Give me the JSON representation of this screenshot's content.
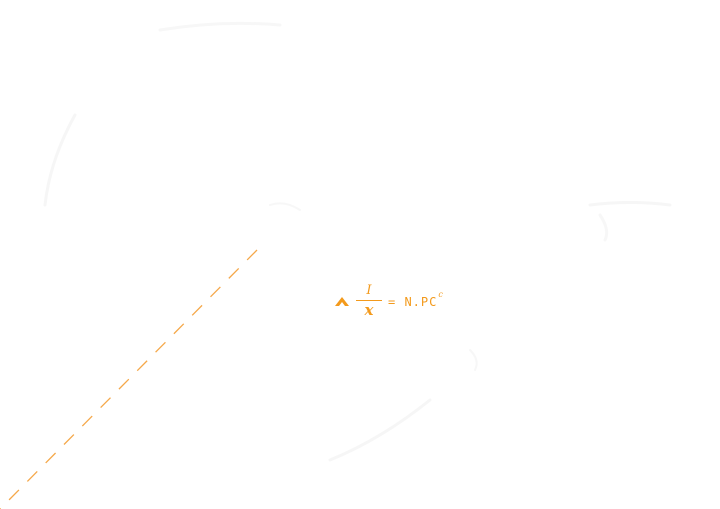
{
  "logo": {
    "numerator": "I",
    "denominator": "x",
    "equation_text": "= N.PC",
    "superscript": "c"
  },
  "colors": {
    "accent": "#f39a1c",
    "background": "#ffffff",
    "ghost": "#f6f6f6"
  }
}
